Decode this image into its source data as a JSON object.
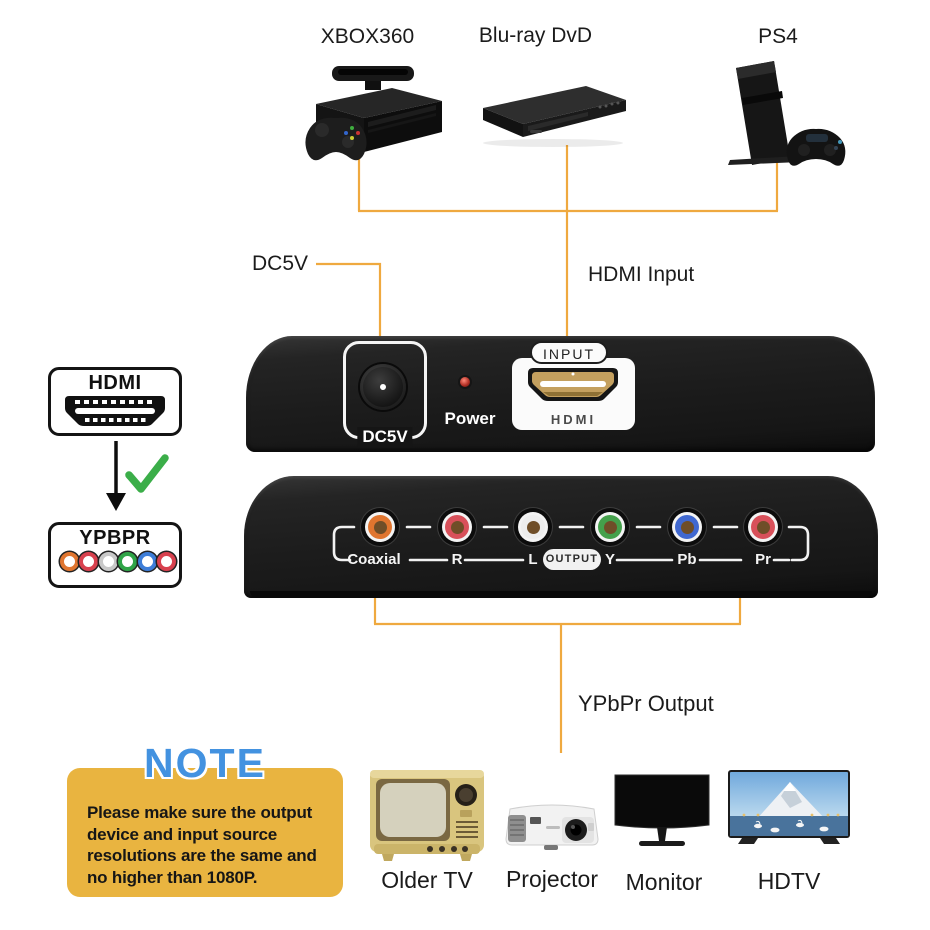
{
  "colors": {
    "connection_line": "#EFA93F",
    "note_background": "#E9B440",
    "note_title_blue": "#4392E0",
    "check_green": "#3BAE49",
    "power_led_red": "#B33026",
    "hdmi_gold": "#C4A05F"
  },
  "sources": [
    {
      "label": "XBOX360"
    },
    {
      "label": "Blu-ray DvD"
    },
    {
      "label": "PS4"
    }
  ],
  "callouts": {
    "dc5v": "DC5V",
    "hdmi_input": "HDMI Input",
    "ypbpr_output": "YPbPr Output"
  },
  "rear_panel": {
    "dc_port_label": "DC5V",
    "power_label": "Power",
    "input_tab": "INPUT",
    "hdmi_label": "HDMI"
  },
  "output_panel": {
    "output_tag": "OUTPUT",
    "connectors": [
      {
        "label": "Coaxial",
        "color": "#E0752F"
      },
      {
        "label": "R",
        "color": "#D8505A"
      },
      {
        "label": "L",
        "color": "#EDEDED"
      },
      {
        "label": "Y",
        "color": "#44A04B"
      },
      {
        "label": "Pb",
        "color": "#4068D0"
      },
      {
        "label": "Pr",
        "color": "#D8505A"
      }
    ]
  },
  "conversion": {
    "from_label": "HDMI",
    "to_label": "YPBPR",
    "to_dots": [
      "#E0752F",
      "#D8414E",
      "#C8C8C8",
      "#2FA447",
      "#3D7DD8",
      "#D8414E"
    ]
  },
  "note": {
    "title": "NOTE",
    "body": "Please make sure the output device and input source resolutions are the same and no higher than 1080P."
  },
  "outputs": [
    {
      "label": "Older TV"
    },
    {
      "label": "Projector"
    },
    {
      "label": "Monitor"
    },
    {
      "label": "HDTV"
    }
  ]
}
